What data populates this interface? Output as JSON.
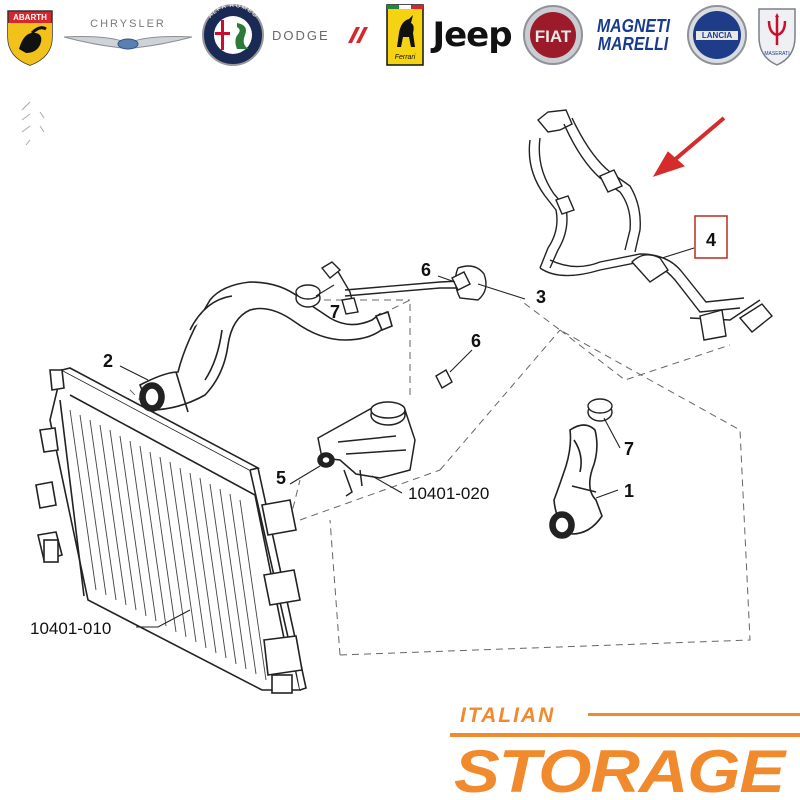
{
  "header": {
    "brands": [
      {
        "name": "abarth",
        "text": "ABARTH"
      },
      {
        "name": "chrysler",
        "text": "CHRYSLER"
      },
      {
        "name": "alfa-romeo",
        "text": "ALFA ROMEO"
      },
      {
        "name": "dodge",
        "text": "DODGE"
      },
      {
        "name": "ferrari",
        "text": "Ferrari"
      },
      {
        "name": "jeep",
        "text": "Jeep"
      },
      {
        "name": "fiat",
        "text": "FIAT"
      },
      {
        "name": "magneti-marelli",
        "line1": "MAGNETI",
        "line2": "MARELLI"
      },
      {
        "name": "lancia",
        "text": "LANCIA"
      },
      {
        "name": "maserati",
        "text": "MASERATI"
      }
    ]
  },
  "diagram": {
    "callouts": {
      "c1": "1",
      "c2": "2",
      "c3": "3",
      "c4": "4",
      "c5": "5",
      "c6a": "6",
      "c6b": "6",
      "c7a": "7",
      "c7b": "7",
      "radiator": "10401-010",
      "tank": "10401-020"
    },
    "highlight_color": "#c0392b"
  },
  "footer": {
    "brand_top": "ITALIAN",
    "brand_bottom": "STORAGE",
    "accent_color": "#f08a2c"
  }
}
